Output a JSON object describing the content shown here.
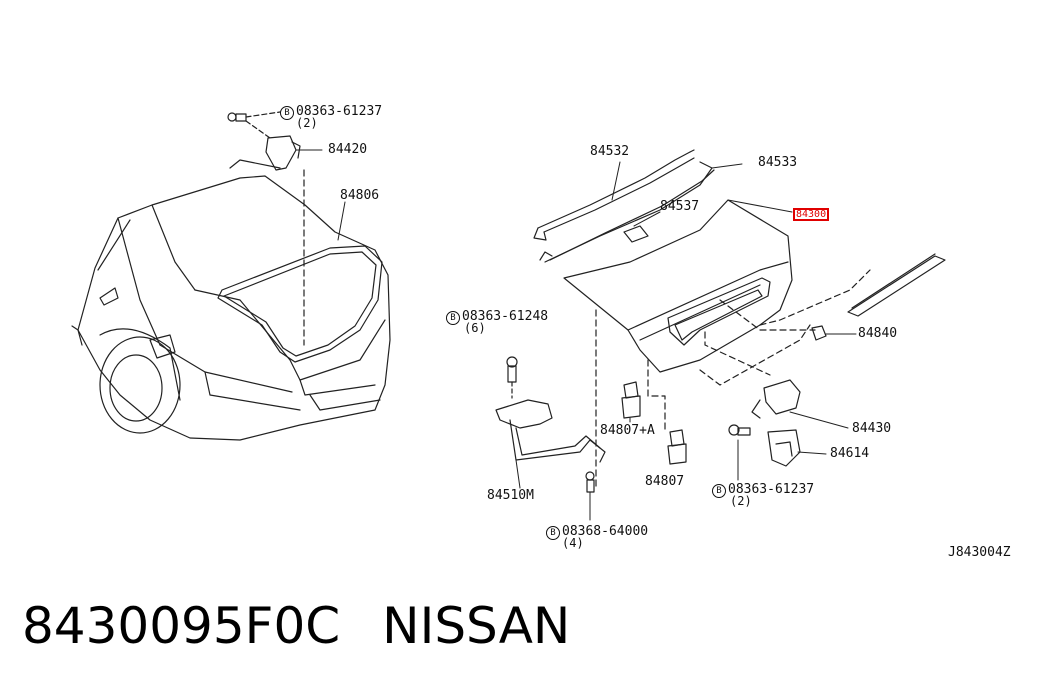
{
  "callouts": {
    "c08363_61237_top": "08363-61237",
    "c08363_61237_top_qty": "(2)",
    "c84420": "84420",
    "c84806": "84806",
    "c84532": "84532",
    "c84533": "84533",
    "c84537": "84537",
    "c84300": "84300",
    "c08363_61248": "08363-61248",
    "c08363_61248_qty": "(6)",
    "c84840": "84840",
    "c84430": "84430",
    "c84807a": "84807+A",
    "c84614": "84614",
    "c84510m": "84510M",
    "c84807": "84807",
    "c08363_61237_bot": "08363-61237",
    "c08363_61237_bot_qty": "(2)",
    "c08368_64000": "08368-64000",
    "c08368_64000_qty": "(4)"
  },
  "bolt_symbol": "B",
  "highlight_color": "#e00000",
  "reference_code": "J843004Z",
  "footer": {
    "part_number": "8430095F0C",
    "brand": "NISSAN"
  }
}
